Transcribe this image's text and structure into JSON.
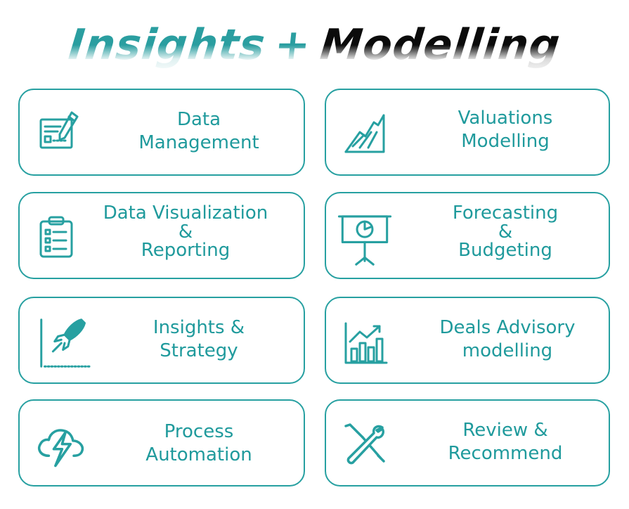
{
  "header": {
    "word1": "Insights",
    "plus": "+",
    "word2": "Modelling"
  },
  "colors": {
    "accent": "#27a0a1",
    "text": "#1f9a9c",
    "dark": "#0b0b0b"
  },
  "cards": [
    {
      "icon": "document-pen-icon",
      "lines": [
        "Data",
        "Management"
      ]
    },
    {
      "icon": "chart-growth-icon",
      "lines": [
        "Valuations",
        "Modelling"
      ]
    },
    {
      "icon": "clipboard-list-icon",
      "lines": [
        "Data Visualization",
        "&",
        "Reporting"
      ]
    },
    {
      "icon": "presentation-board-icon",
      "lines": [
        "Forecasting",
        "&",
        "Budgeting"
      ]
    },
    {
      "icon": "rocket-graph-icon",
      "lines": [
        "Insights &",
        "Strategy"
      ]
    },
    {
      "icon": "bar-chart-up-icon",
      "lines": [
        "Deals Advisory",
        "modelling"
      ]
    },
    {
      "icon": "cloud-lightning-icon",
      "lines": [
        "Process",
        "Automation"
      ]
    },
    {
      "icon": "wrench-screwdriver-icon",
      "lines": [
        "Review &",
        "Recommend"
      ]
    }
  ]
}
